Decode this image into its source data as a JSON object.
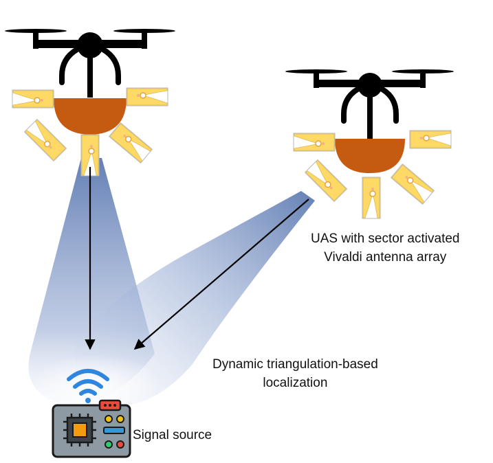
{
  "labels": {
    "uas_line1": "UAS with sector activated",
    "uas_line2": "Vivaldi antenna array",
    "triangulation_line1": "Dynamic triangulation-based",
    "triangulation_line2": "localization",
    "signal_source": "Signal source"
  },
  "colors": {
    "beam": "#5b79b0",
    "drone_body": "#000000",
    "gimbal_dome": "#c55a11",
    "antenna_fill": "#ffd966",
    "antenna_feed": "#f4b183",
    "wifi": "#2e86de",
    "chip_board": "#7f8c8d"
  },
  "icons": [
    "drone-icon",
    "vivaldi-antenna-icon",
    "wifi-icon",
    "circuit-board-icon",
    "arrow-icon"
  ]
}
